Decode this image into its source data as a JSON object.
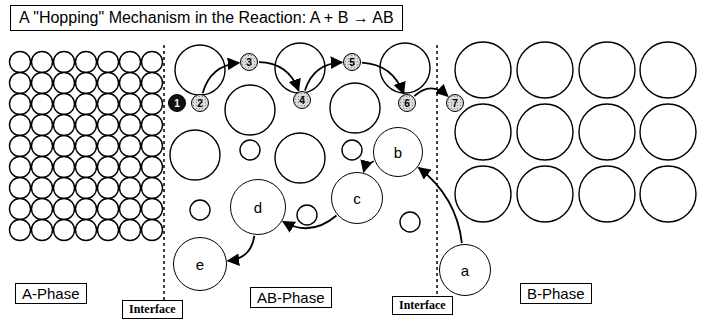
{
  "diagram": {
    "title": "A \"Hopping\" Mechanism in the Reaction: A + B → AB",
    "nodes": [
      {
        "text": [
          "1"
        ]
      },
      {
        "text": [
          "2"
        ]
      },
      {
        "text": [
          "3"
        ]
      },
      {
        "text": [
          "4"
        ]
      },
      {
        "text": [
          "5"
        ]
      },
      {
        "text": [
          "6"
        ]
      },
      {
        "text": [
          "7"
        ]
      },
      {
        "text": [
          "a"
        ]
      },
      {
        "text": [
          "b"
        ]
      },
      {
        "text": [
          "c"
        ]
      },
      {
        "text": [
          "d"
        ]
      },
      {
        "text": [
          "e"
        ]
      },
      {
        "text": [
          "A-Phase"
        ]
      },
      {
        "text": [
          "Interface"
        ]
      },
      {
        "text": [
          "AB-Phase"
        ]
      },
      {
        "text": [
          "Interface"
        ]
      },
      {
        "text": [
          "B-Phase"
        ]
      }
    ],
    "edges": [
      {
        "from": 1,
        "to": 2,
        "arrow": "to"
      },
      {
        "from": 2,
        "to": 3,
        "arrow": "to"
      },
      {
        "from": 3,
        "to": 4,
        "arrow": "to"
      },
      {
        "from": 4,
        "to": 5,
        "arrow": "to"
      },
      {
        "from": 5,
        "to": 6,
        "arrow": "to"
      },
      {
        "from": 7,
        "to": 8,
        "arrow": "to"
      },
      {
        "from": 8,
        "to": 9,
        "arrow": "to"
      },
      {
        "from": 9,
        "to": 10,
        "arrow": "to"
      },
      {
        "from": 10,
        "to": 11,
        "arrow": "to"
      }
    ]
  }
}
